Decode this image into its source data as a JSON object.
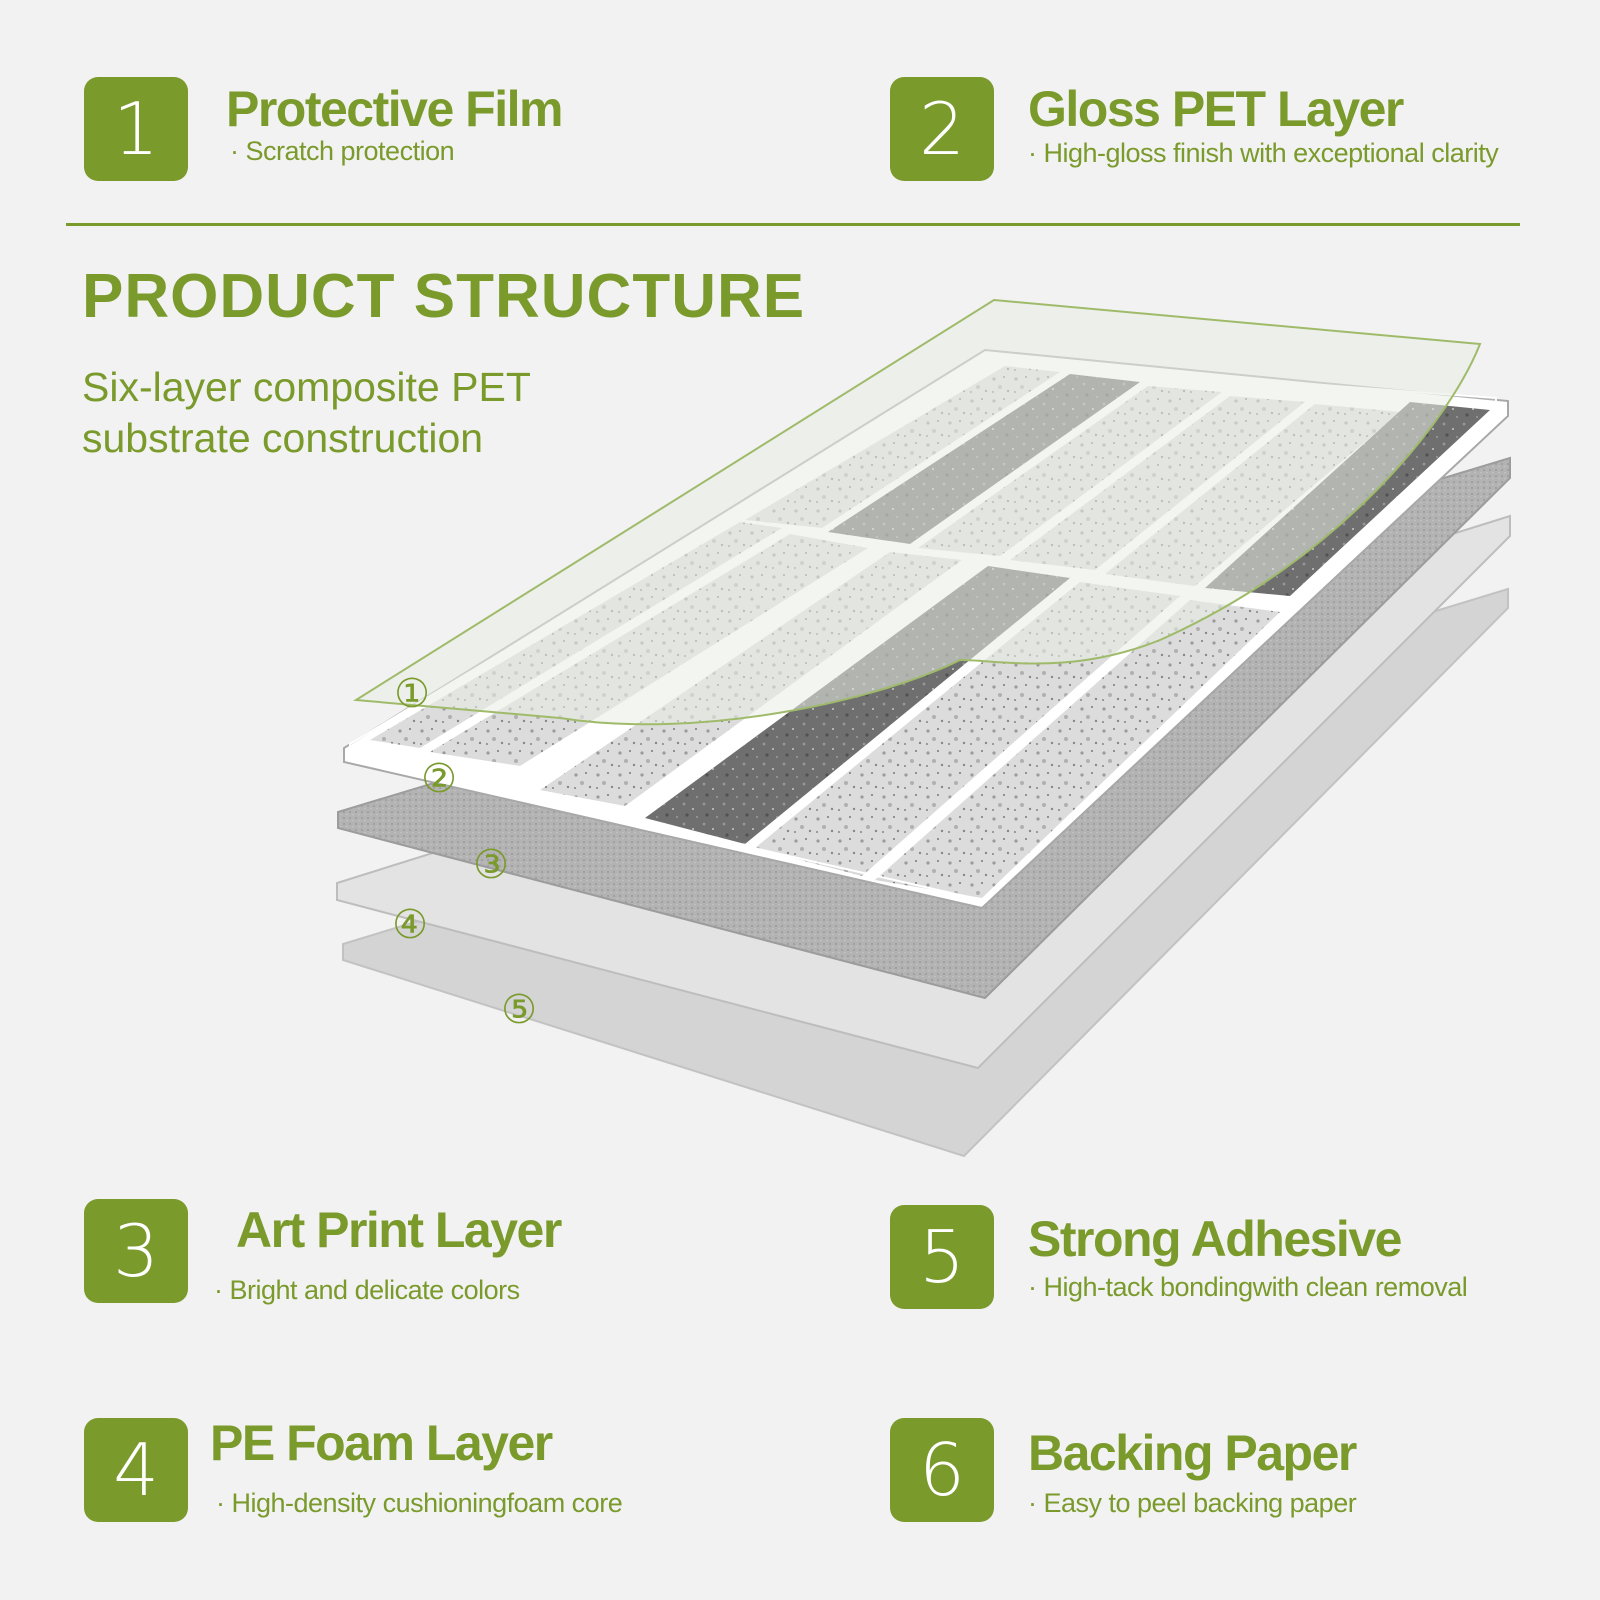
{
  "colors": {
    "accent": "#7a9a2c",
    "background": "#f2f2f2"
  },
  "layers": [
    {
      "number": "1",
      "title": "Protective Film",
      "desc": "· Scratch protection"
    },
    {
      "number": "2",
      "title": "Gloss PET Layer",
      "desc": "· High-gloss finish with exceptional clarity"
    },
    {
      "number": "3",
      "title": "Art Print Layer",
      "desc": "· Bright and delicate colors"
    },
    {
      "number": "4",
      "title": "PE Foam Layer",
      "desc": "· High-density cushioningfoam core"
    },
    {
      "number": "5",
      "title": "Strong Adhesive",
      "desc": "· High-tack bondingwith clean removal"
    },
    {
      "number": "6",
      "title": "Backing Paper",
      "desc": "· Easy to peel backing paper"
    }
  ],
  "heading": {
    "title": "PRODUCT STRUCTURE",
    "subtitle_line1": "Six-layer composite PET",
    "subtitle_line2": "substrate construction"
  },
  "diagram_markers": [
    "①",
    "②",
    "③",
    "④",
    "⑤"
  ]
}
